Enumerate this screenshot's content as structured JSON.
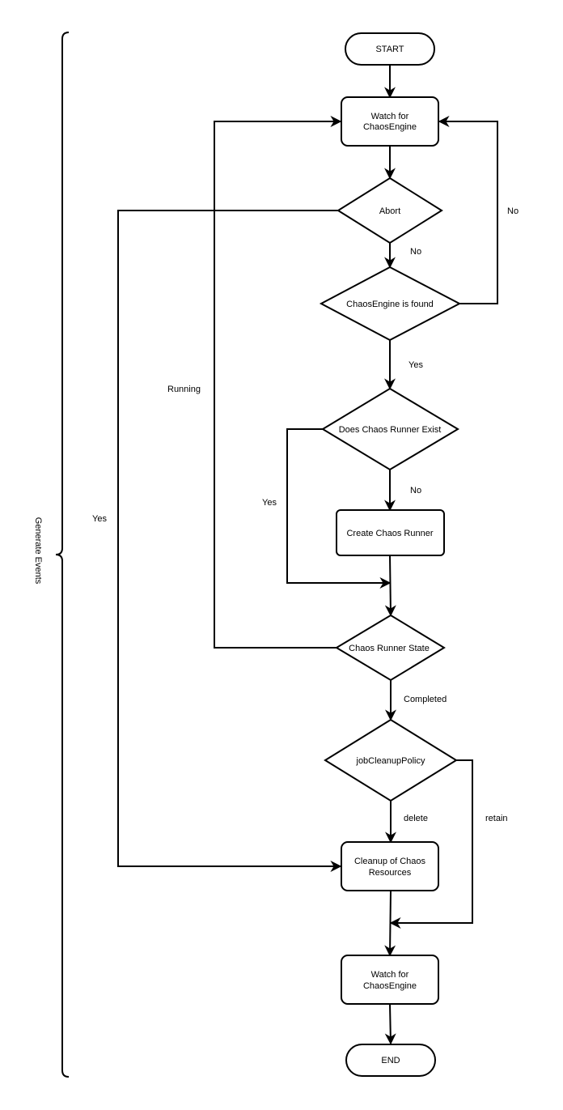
{
  "nodes": {
    "start": "START",
    "watch_top_line1": "Watch for",
    "watch_top_line2": "ChaosEngine",
    "abort": "Abort",
    "engine_found": "ChaosEngine is found",
    "runner_exist": "Does Chaos Runner Exist",
    "create_runner": "Create Chaos Runner",
    "runner_state": "Chaos Runner State",
    "cleanup_policy": "jobCleanupPolicy",
    "cleanup_line1": "Cleanup of Chaos",
    "cleanup_line2": "Resources",
    "watch_bottom_line1": "Watch for",
    "watch_bottom_line2": "ChaosEngine",
    "end": "END"
  },
  "edge_labels": {
    "abort_no": "No",
    "found_no": "No",
    "found_yes": "Yes",
    "exist_no": "No",
    "exist_yes": "Yes",
    "running": "Running",
    "abort_yes": "Yes",
    "completed": "Completed",
    "delete": "delete",
    "retain": "retain"
  },
  "side_label": "Generate Events"
}
